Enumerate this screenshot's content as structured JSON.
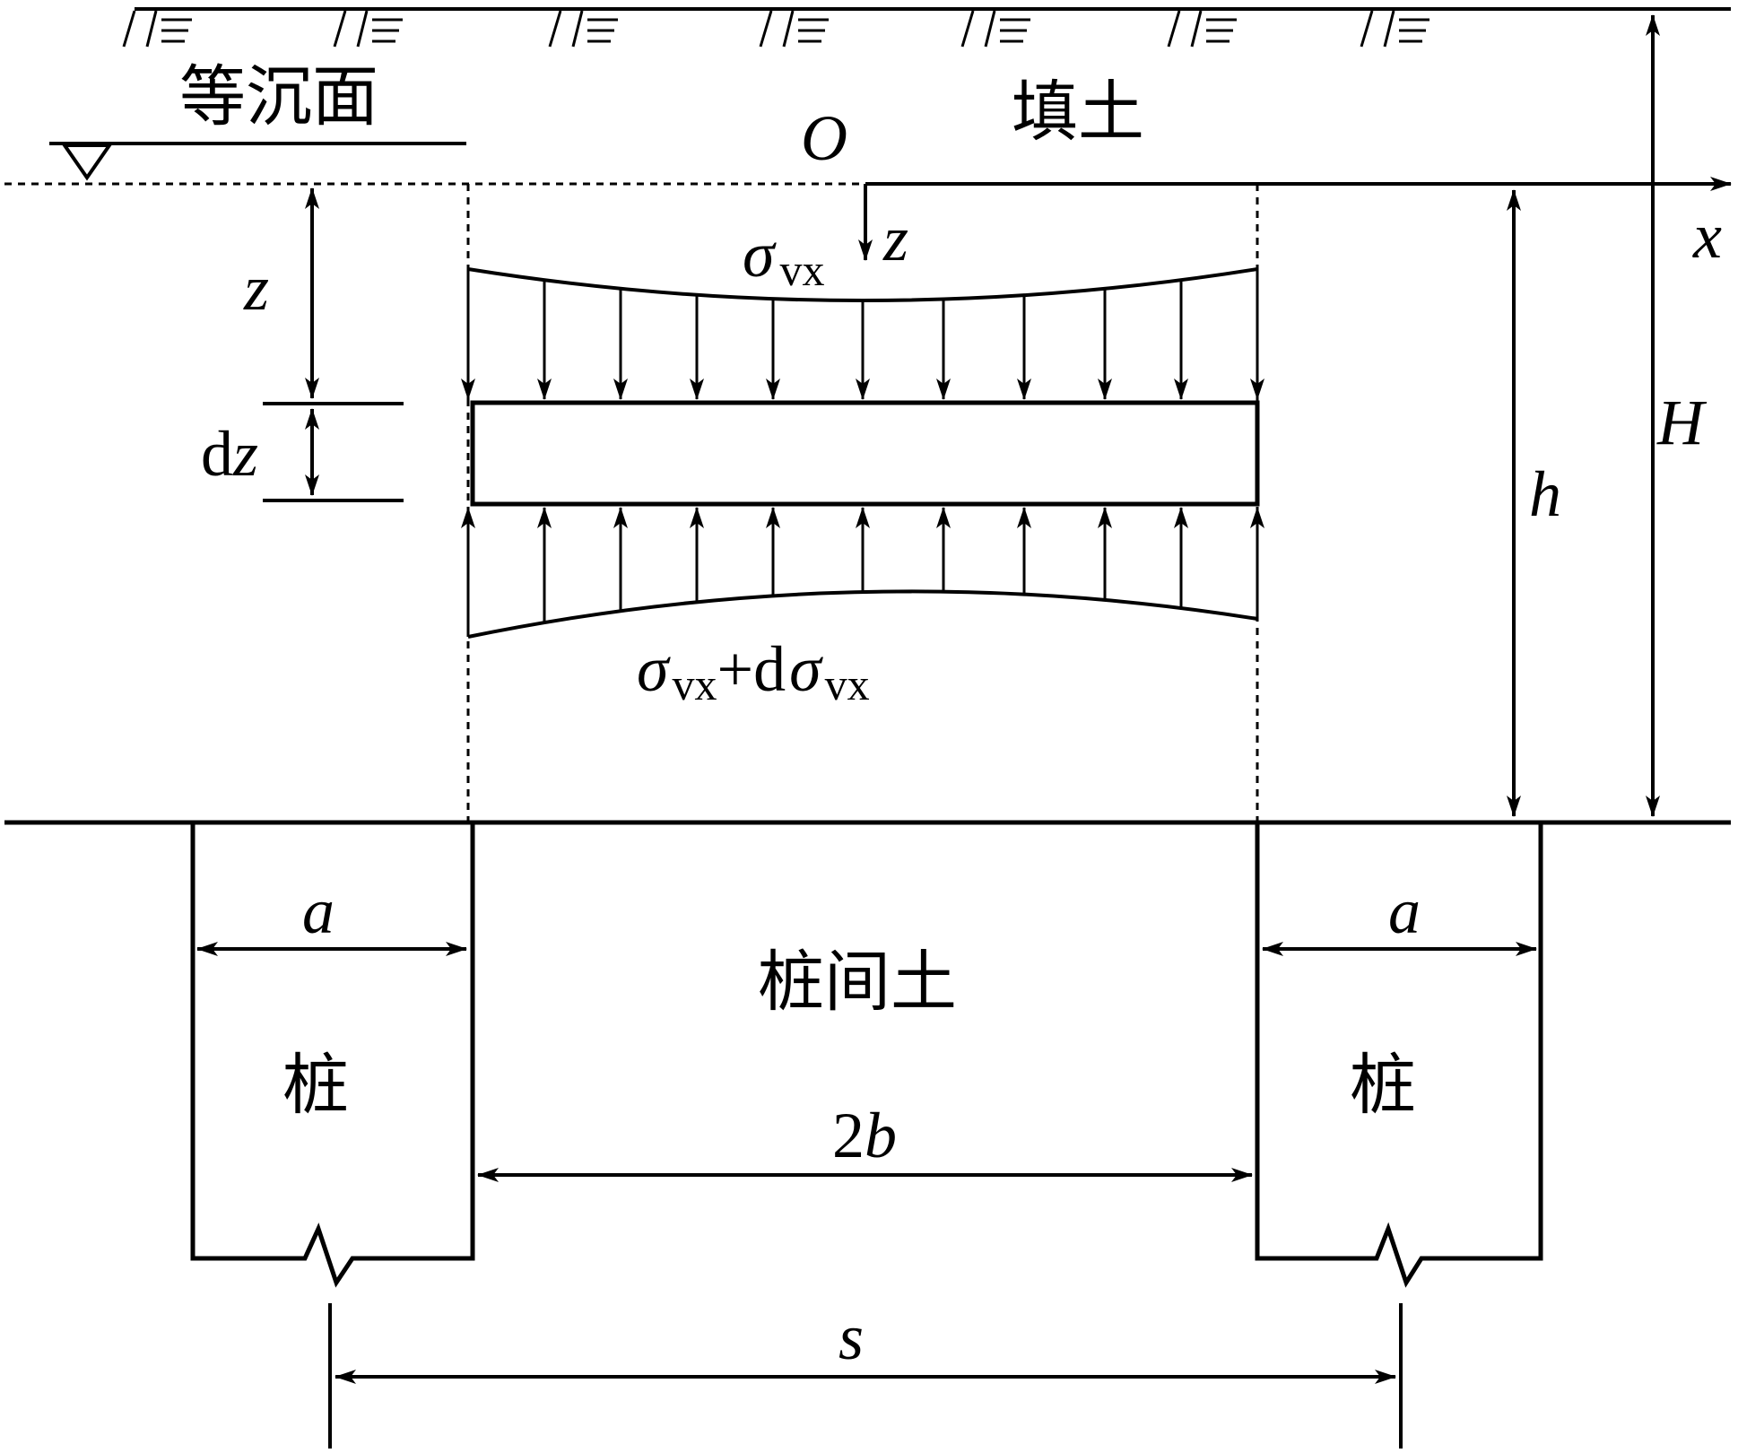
{
  "labels": {
    "equal_settlement_plane": "等沉面",
    "fill_soil": "填土",
    "soil_between_piles": "桩间土",
    "pile_left": "桩",
    "pile_right": "桩",
    "origin": "O",
    "x_axis": "x",
    "z_axis": "z",
    "depth_z": "z",
    "dz_d": "d",
    "dz_z": "z",
    "height_h": "h",
    "height_H": "H",
    "pile_width_left": "a",
    "pile_width_right": "a",
    "clear_spacing_num": "2",
    "clear_spacing_var": "b",
    "pile_spacing": "s",
    "stress_top_sigma": "σ",
    "stress_top_sub": "vx",
    "stress_bottom_sigma": "σ",
    "stress_bottom_sub": "vx",
    "stress_bottom_op": "+d",
    "stress_bottom_sigma2": "σ",
    "stress_bottom_sub2": "vx"
  }
}
